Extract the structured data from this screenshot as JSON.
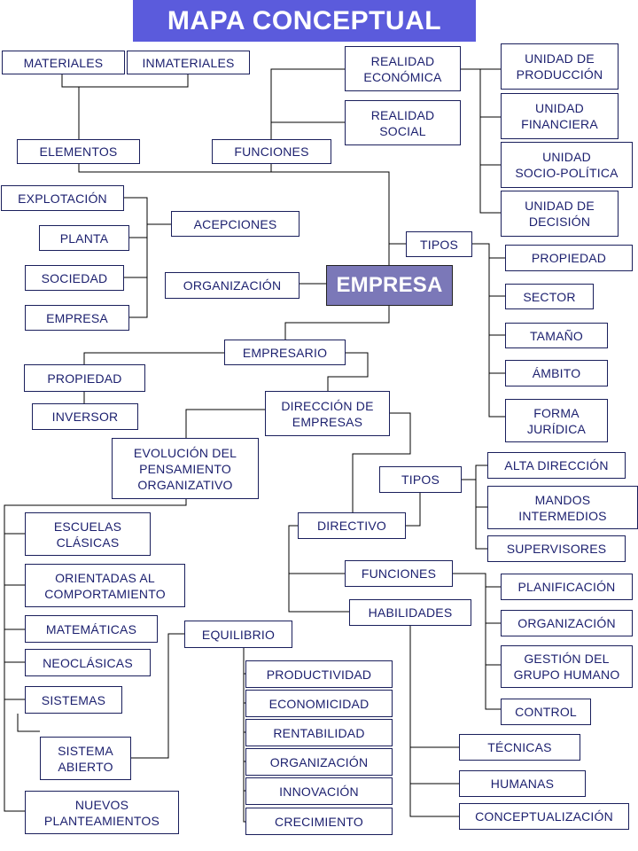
{
  "title": "MAPA CONCEPTUAL",
  "nodes": {
    "materiales": "MATERIALES",
    "inmateriales": "INMATERIALES",
    "elementos": "ELEMENTOS",
    "funciones_top": "FUNCIONES",
    "realidad_economica": "REALIDAD\nECONÓMICA",
    "realidad_social": "REALIDAD\nSOCIAL",
    "unidad_produccion": "UNIDAD DE\nPRODUCCIÓN",
    "unidad_financiera": "UNIDAD\nFINANCIERA",
    "unidad_sociopolitica": "UNIDAD\nSOCIO-POLÍTICA",
    "unidad_decision": "UNIDAD DE\nDECISIÓN",
    "explotacion": "EXPLOTACIÓN",
    "planta": "PLANTA",
    "sociedad": "SOCIEDAD",
    "empresa_small": "EMPRESA",
    "acepciones": "ACEPCIONES",
    "organizacion_left": "ORGANIZACIÓN",
    "empresa": "EMPRESA",
    "tipos_top": "TIPOS",
    "propiedad_right": "PROPIEDAD",
    "sector": "SECTOR",
    "tamano": "TAMAÑO",
    "ambito": "ÁMBITO",
    "forma_juridica": "FORMA\nJURÍDICA",
    "empresario": "EMPRESARIO",
    "propiedad_left": "PROPIEDAD",
    "inversor": "INVERSOR",
    "direccion_empresas": "DIRECCIÓN DE\nEMPRESAS",
    "evolucion": "EVOLUCIÓN DEL\nPENSAMIENTO\nORGANIZATIVO",
    "tipos_mid": "TIPOS",
    "alta_direccion": "ALTA DIRECCIÓN",
    "mandos_intermedios": "MANDOS\nINTERMEDIOS",
    "supervisores": "SUPERVISORES",
    "directivo": "DIRECTIVO",
    "escuelas_clasicas": "ESCUELAS\nCLÁSICAS",
    "orientadas": "ORIENTADAS AL\nCOMPORTAMIENTO",
    "matematicas": "MATEMÁTICAS",
    "neoclasicas": "NEOCLÁSICAS",
    "sistemas": "SISTEMAS",
    "sistema_abierto": "SISTEMA\nABIERTO",
    "nuevos_planteamientos": "NUEVOS\nPLANTEAMIENTOS",
    "equilibrio": "EQUILIBRIO",
    "productividad": "PRODUCTIVIDAD",
    "economicidad": "ECONOMICIDAD",
    "rentabilidad": "RENTABILIDAD",
    "organizacion_low": "ORGANIZACIÓN",
    "innovacion": "INNOVACIÓN",
    "crecimiento": "CRECIMIENTO",
    "funciones_mid": "FUNCIONES",
    "habilidades": "HABILIDADES",
    "planificacion": "PLANIFICACIÓN",
    "organizacion_right": "ORGANIZACIÓN",
    "gestion_grupo": "GESTIÓN DEL\nGRUPO HUMANO",
    "control": "CONTROL",
    "tecnicas": "TÉCNICAS",
    "humanas": "HUMANAS",
    "conceptualizacion": "CONCEPTUALIZACIÓN"
  },
  "colors": {
    "title_bg": "#5b5bdc",
    "center_bg": "#7b78b8",
    "text": "#1b1f6e",
    "line": "#000000"
  }
}
